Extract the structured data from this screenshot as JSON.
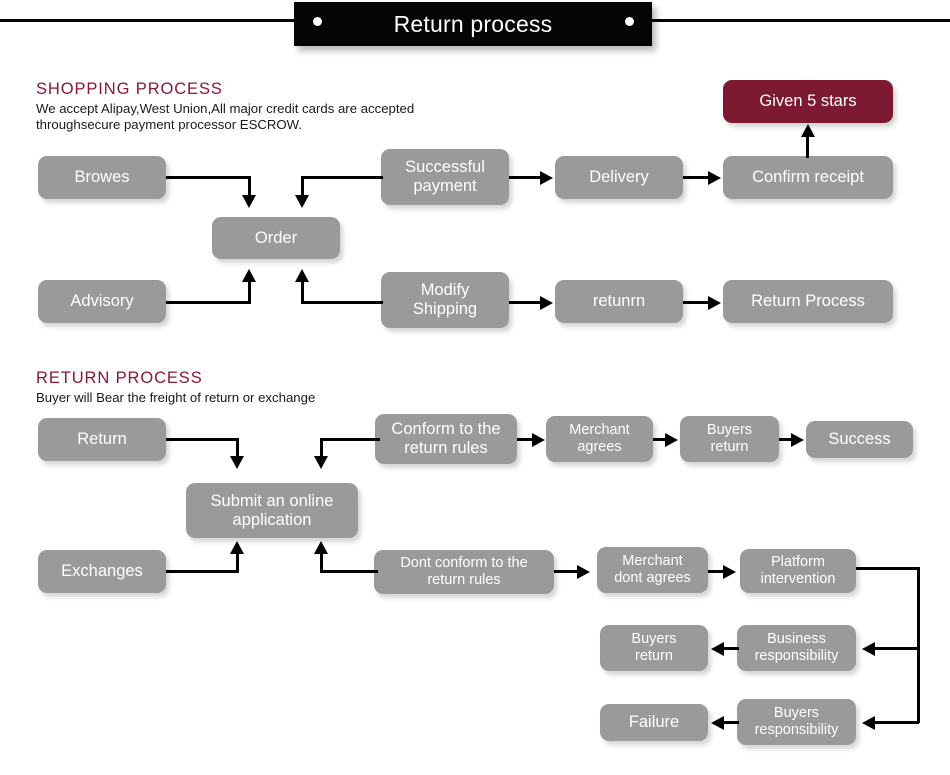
{
  "header": {
    "title": "Return process",
    "dot_left": "header-dot-left",
    "dot_right": "header-dot-right"
  },
  "sections": {
    "shopping": {
      "title": "SHOPPING PROCESS",
      "subtitle": "We accept Alipay,West Union,All major credit cards are accepted\nthroughsecure payment processor ESCROW.",
      "accent_color": "#8a1638"
    },
    "returns": {
      "title": "RETURN PROCESS",
      "subtitle": "Buyer will Bear the freight of return or exchange",
      "accent_color": "#8a1638"
    }
  },
  "colors": {
    "node": "#9a9a9a",
    "node_accent": "#7d1a32",
    "node_text": "#ffffff",
    "connector": "#000000",
    "banner": "#050505"
  },
  "shopping_nodes": [
    {
      "id": "browes",
      "label": "Browes"
    },
    {
      "id": "order",
      "label": "Order"
    },
    {
      "id": "successful-payment",
      "label": "Successful\npayment"
    },
    {
      "id": "delivery",
      "label": "Delivery"
    },
    {
      "id": "confirm-receipt",
      "label": "Confirm receipt"
    },
    {
      "id": "given-5-stars",
      "label": "Given 5 stars"
    },
    {
      "id": "advisory",
      "label": "Advisory"
    },
    {
      "id": "modify-shipping",
      "label": "Modify\nShipping"
    },
    {
      "id": "retunrn",
      "label": "retunrn"
    },
    {
      "id": "return-process",
      "label": "Return Process"
    }
  ],
  "return_nodes": [
    {
      "id": "return",
      "label": "Return"
    },
    {
      "id": "submit-online",
      "label": "Submit an online\napplication"
    },
    {
      "id": "conform-rules",
      "label": "Conform to the\nreturn rules"
    },
    {
      "id": "merchant-agrees",
      "label": "Merchant\nagrees"
    },
    {
      "id": "buyers-return-top",
      "label": "Buyers\nreturn"
    },
    {
      "id": "success",
      "label": "Success"
    },
    {
      "id": "exchanges",
      "label": "Exchanges"
    },
    {
      "id": "dont-conform-rules",
      "label": "Dont conform to the\nreturn rules"
    },
    {
      "id": "merchant-dont-agrees",
      "label": "Merchant\ndont agrees"
    },
    {
      "id": "platform-intervention",
      "label": "Platform\nintervention"
    },
    {
      "id": "business-responsibility",
      "label": "Business\nresponsibility"
    },
    {
      "id": "buyers-return-mid",
      "label": "Buyers\nreturn"
    },
    {
      "id": "buyers-responsibility",
      "label": "Buyers\nresponsibility"
    },
    {
      "id": "failure",
      "label": "Failure"
    }
  ]
}
